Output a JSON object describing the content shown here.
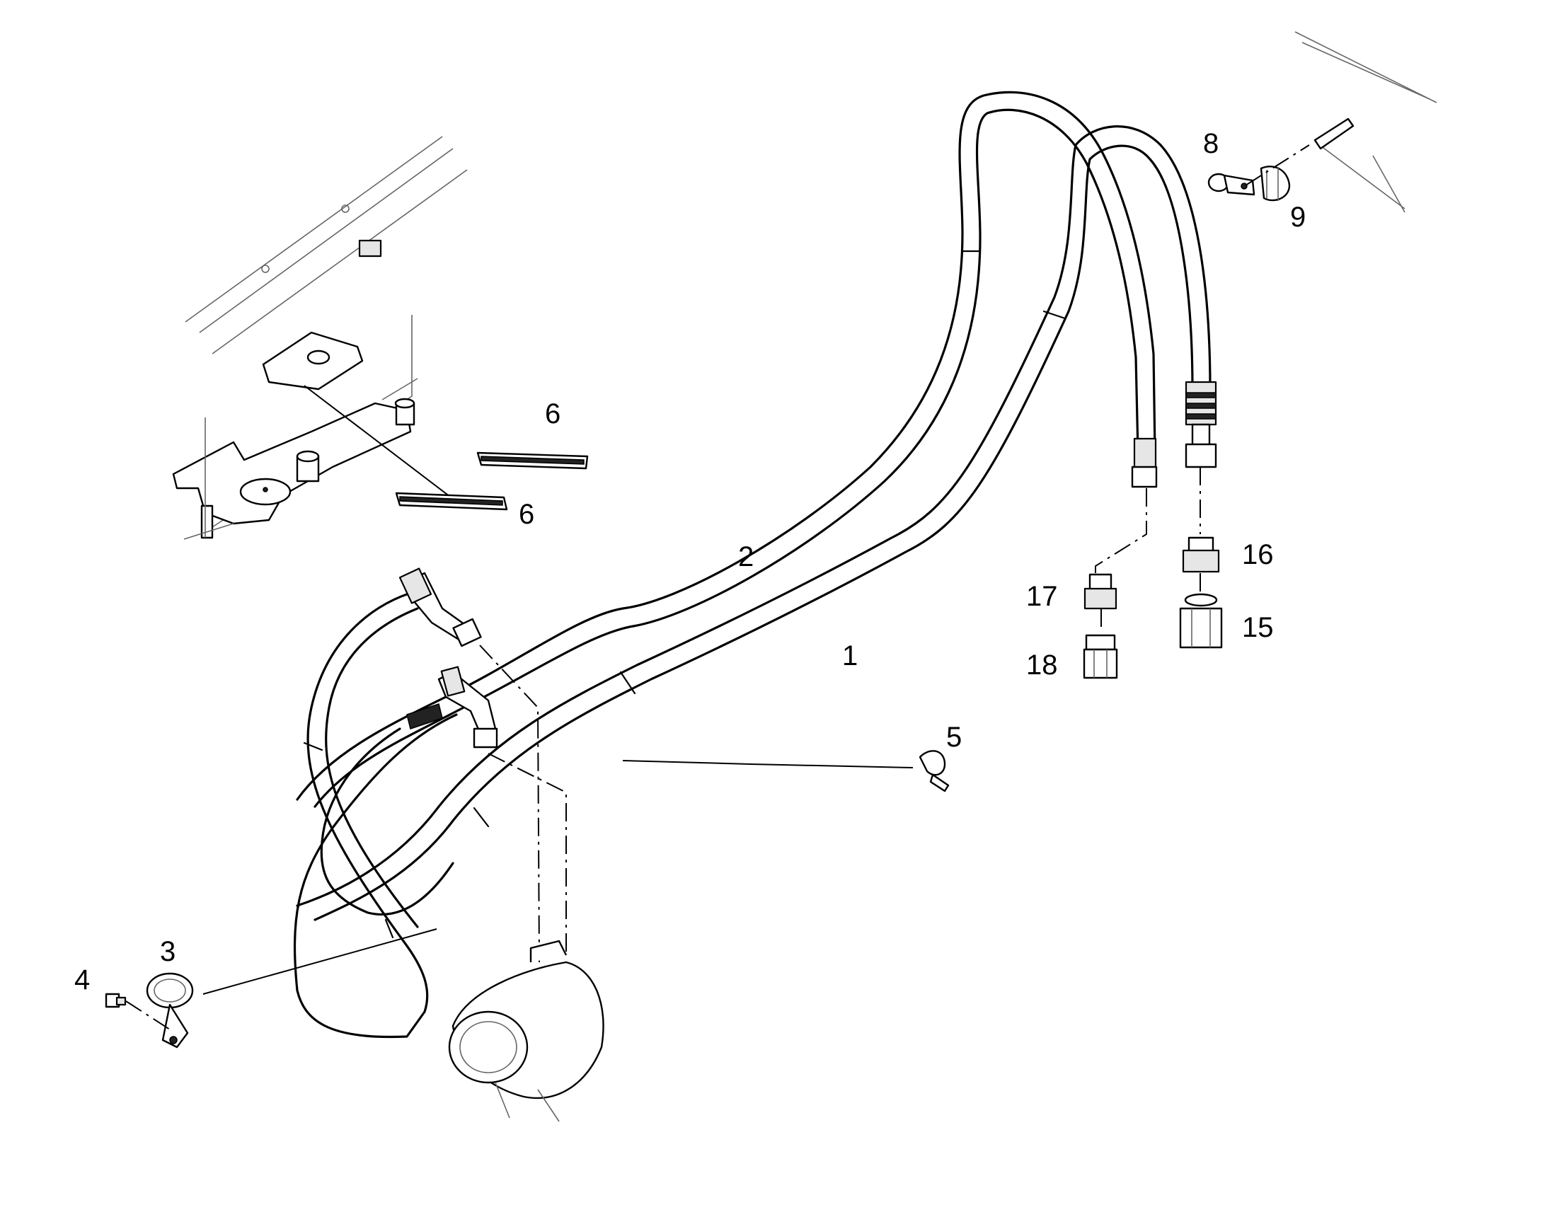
{
  "callouts": {
    "c1": "1",
    "c2": "2",
    "c3": "3",
    "c4": "4",
    "c5": "5",
    "c6a": "6",
    "c6b": "6",
    "c8": "8",
    "c9": "9",
    "c15": "15",
    "c16": "16",
    "c17": "17",
    "c18": "18"
  },
  "colors": {
    "line": "#000000",
    "background": "#ffffff"
  }
}
